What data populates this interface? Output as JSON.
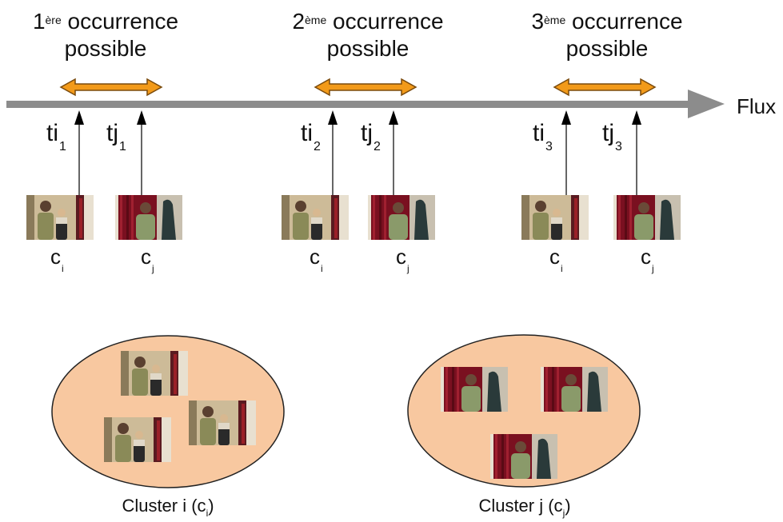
{
  "occurrences": [
    {
      "num": "1",
      "sup": "ère",
      "line1": "occurrence",
      "line2": "possible",
      "ti": "ti",
      "tj": "tj",
      "idx": "1"
    },
    {
      "num": "2",
      "sup": "ème",
      "line1": "occurrence",
      "line2": "possible",
      "ti": "ti",
      "tj": "tj",
      "idx": "2"
    },
    {
      "num": "3",
      "sup": "ème",
      "line1": "occurrence",
      "line2": "possible",
      "ti": "ti",
      "tj": "tj",
      "idx": "3"
    }
  ],
  "flux_label": "Flux",
  "ci_label": {
    "base": "c",
    "sub": "i"
  },
  "cj_label": {
    "base": "c",
    "sub": "j"
  },
  "cluster_i": {
    "text": "Cluster i (c",
    "sub": "i",
    "close": ")"
  },
  "cluster_j": {
    "text": "Cluster j (c",
    "sub": "j",
    "close": ")"
  },
  "colors": {
    "timeline": "#8c8c8c",
    "double_arrow": "#f29a1a",
    "double_arrow_stroke": "#7a4a0c",
    "cluster_fill": "#f8c8a0",
    "cluster_stroke": "#222222",
    "curtain": "#7a1020",
    "shirt": "#8a9a6a",
    "wall": "#d8c9a8"
  }
}
